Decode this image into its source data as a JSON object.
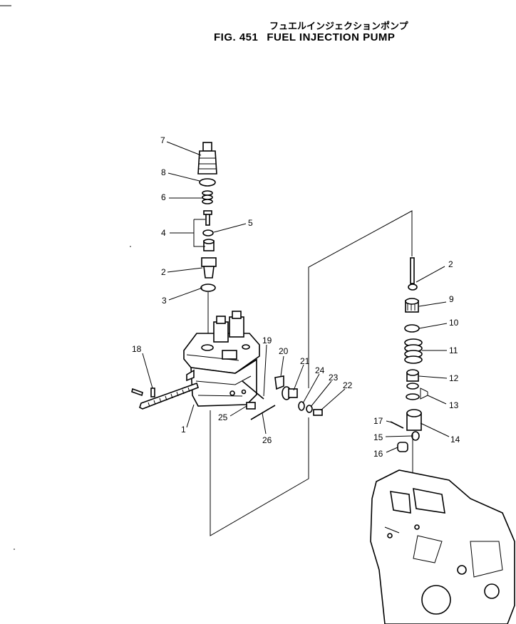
{
  "title": {
    "japanese": "フュエルインジェクションポンプ",
    "fig_number": "FIG. 451",
    "name": "FUEL INJECTION PUMP"
  },
  "callouts": [
    {
      "id": "c7",
      "text": "7"
    },
    {
      "id": "c8",
      "text": "8"
    },
    {
      "id": "c6",
      "text": "6"
    },
    {
      "id": "c4",
      "text": "4"
    },
    {
      "id": "c5",
      "text": "5"
    },
    {
      "id": "c2a",
      "text": "2"
    },
    {
      "id": "c3",
      "text": "3"
    },
    {
      "id": "c18",
      "text": "18"
    },
    {
      "id": "c1",
      "text": "1"
    },
    {
      "id": "c19",
      "text": "19"
    },
    {
      "id": "c20",
      "text": "20"
    },
    {
      "id": "c21",
      "text": "21"
    },
    {
      "id": "c24",
      "text": "24"
    },
    {
      "id": "c23",
      "text": "23"
    },
    {
      "id": "c22",
      "text": "22"
    },
    {
      "id": "c25",
      "text": "25"
    },
    {
      "id": "c26",
      "text": "26"
    },
    {
      "id": "c2b",
      "text": "2"
    },
    {
      "id": "c9",
      "text": "9"
    },
    {
      "id": "c10",
      "text": "10"
    },
    {
      "id": "c11",
      "text": "11"
    },
    {
      "id": "c12",
      "text": "12"
    },
    {
      "id": "c13",
      "text": "13"
    },
    {
      "id": "c14",
      "text": "14"
    },
    {
      "id": "c17",
      "text": "17"
    },
    {
      "id": "c15",
      "text": "15"
    },
    {
      "id": "c16",
      "text": "16"
    }
  ]
}
